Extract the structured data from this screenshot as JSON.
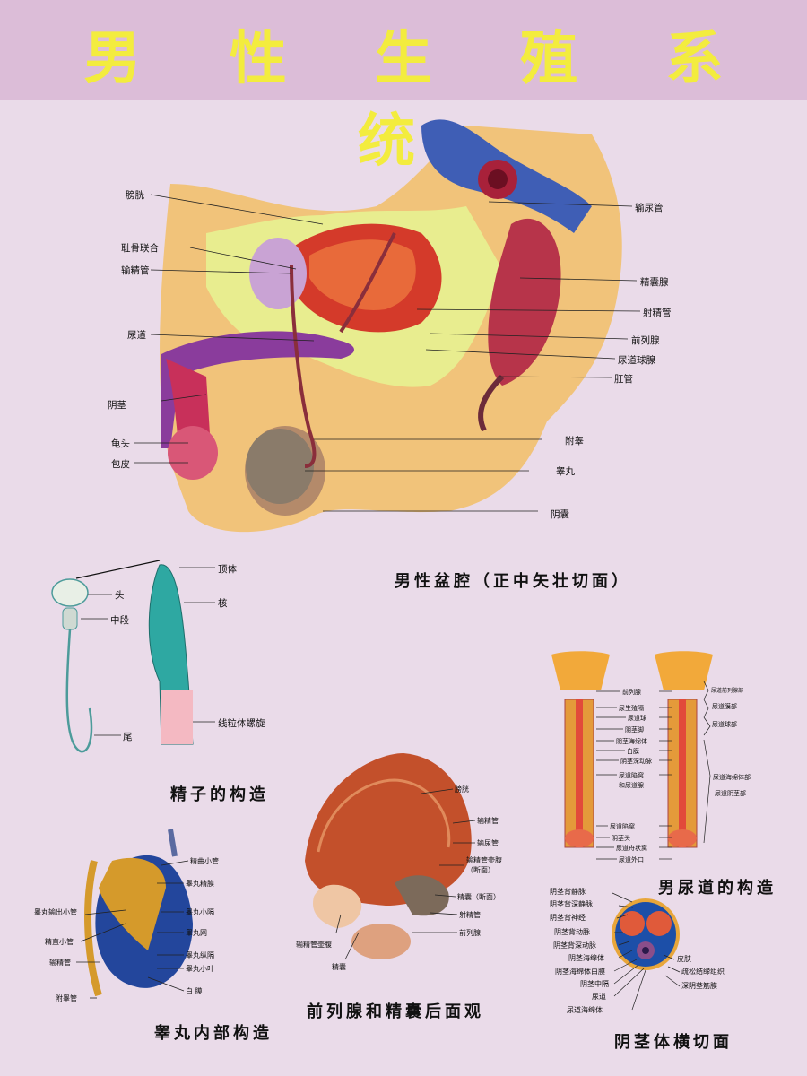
{
  "title": "男 性 生 殖 系 统",
  "captions": {
    "pelvis": "男性盆腔（正中矢壮切面）",
    "sperm": "精子的构造",
    "testis": "睾丸内部构造",
    "prostate": "前列腺和精囊后面观",
    "urethra": "男尿道的构造",
    "penis_cross": "阴茎体横切面"
  },
  "pelvis_labels": {
    "bladder": "膀胱",
    "pubic_symphysis": "耻骨联合",
    "vas_deferens": "输精管",
    "urethra": "尿道",
    "penis": "阴茎",
    "glans": "龟头",
    "foreskin": "包皮",
    "ureter": "输尿管",
    "seminal_vesicle": "精囊腺",
    "ejaculatory_duct": "射精管",
    "prostate": "前列腺",
    "bulbourethral": "尿道球腺",
    "anal_canal": "肛管",
    "epididymis": "附睾",
    "testis": "睾丸",
    "scrotum": "阴囊"
  },
  "sperm_labels": {
    "head": "头",
    "midpiece": "中段",
    "tail": "尾",
    "acrosome": "顶体",
    "nucleus": "核",
    "mito_sheath": "线粒体螺旋"
  },
  "testis_labels": {
    "seminiferous": "精曲小管",
    "tunica_vag": "睾丸精膜",
    "efferent": "睾丸输出小管",
    "septula": "睾丸小隔",
    "straight": "精直小管",
    "rete": "睾丸网",
    "vas": "输精管",
    "mediastinum": "睾丸纵隔",
    "lobule": "睾丸小叶",
    "albuginea": "白 膜",
    "epid_duct": "附睾管"
  },
  "prostate_labels": {
    "bladder": "膀胱",
    "vas": "输精管",
    "ureter": "输尿管",
    "ampulla_sec": "输精管壶腹（断面）",
    "vesicle_sec": "精囊（断面）",
    "ejac": "射精管",
    "prostate": "前列腺",
    "ampulla": "输精管壶腹",
    "vesicle": "精囊"
  },
  "urethra_labels": {
    "prostate": "前列腺",
    "uro_diaphragm": "尿生殖隔",
    "bulb": "尿道球",
    "crus": "阴茎脚",
    "cavernosum": "阴茎海绵体",
    "albuginea": "白膜",
    "deep_artery": "阴茎深动脉",
    "lacunae_glands": "尿道陷窝",
    "glands": "和尿道腺",
    "lacunae2": "尿道陷窝",
    "glans": "阴茎头",
    "navicular": "尿道舟状窝",
    "ext_orifice": "尿道外口",
    "prost_part": "尿道前列腺部",
    "memb_part": "尿道膜部",
    "bulb_part": "尿道球部",
    "spongy_part": "尿道海绵体部",
    "penile_part": "尿道阴茎部"
  },
  "cross_labels": {
    "dorsal_vein": "阴茎背静脉",
    "deep_dorsal_vein": "阴茎背深静脉",
    "dorsal_nerve": "阴茎背神经",
    "dorsal_artery": "阴茎背动脉",
    "deep_dorsal_artery": "阴茎背深动脉",
    "cav_body": "阴茎海绵体",
    "cav_albuginea": "阴茎海绵体白膜",
    "septum": "阴茎中隔",
    "urethra": "尿道",
    "spongiosum": "尿道海绵体",
    "skin": "皮肤",
    "loose_tissue": "疏松结缔组织",
    "deep_fascia": "深阴茎筋膜"
  }
}
